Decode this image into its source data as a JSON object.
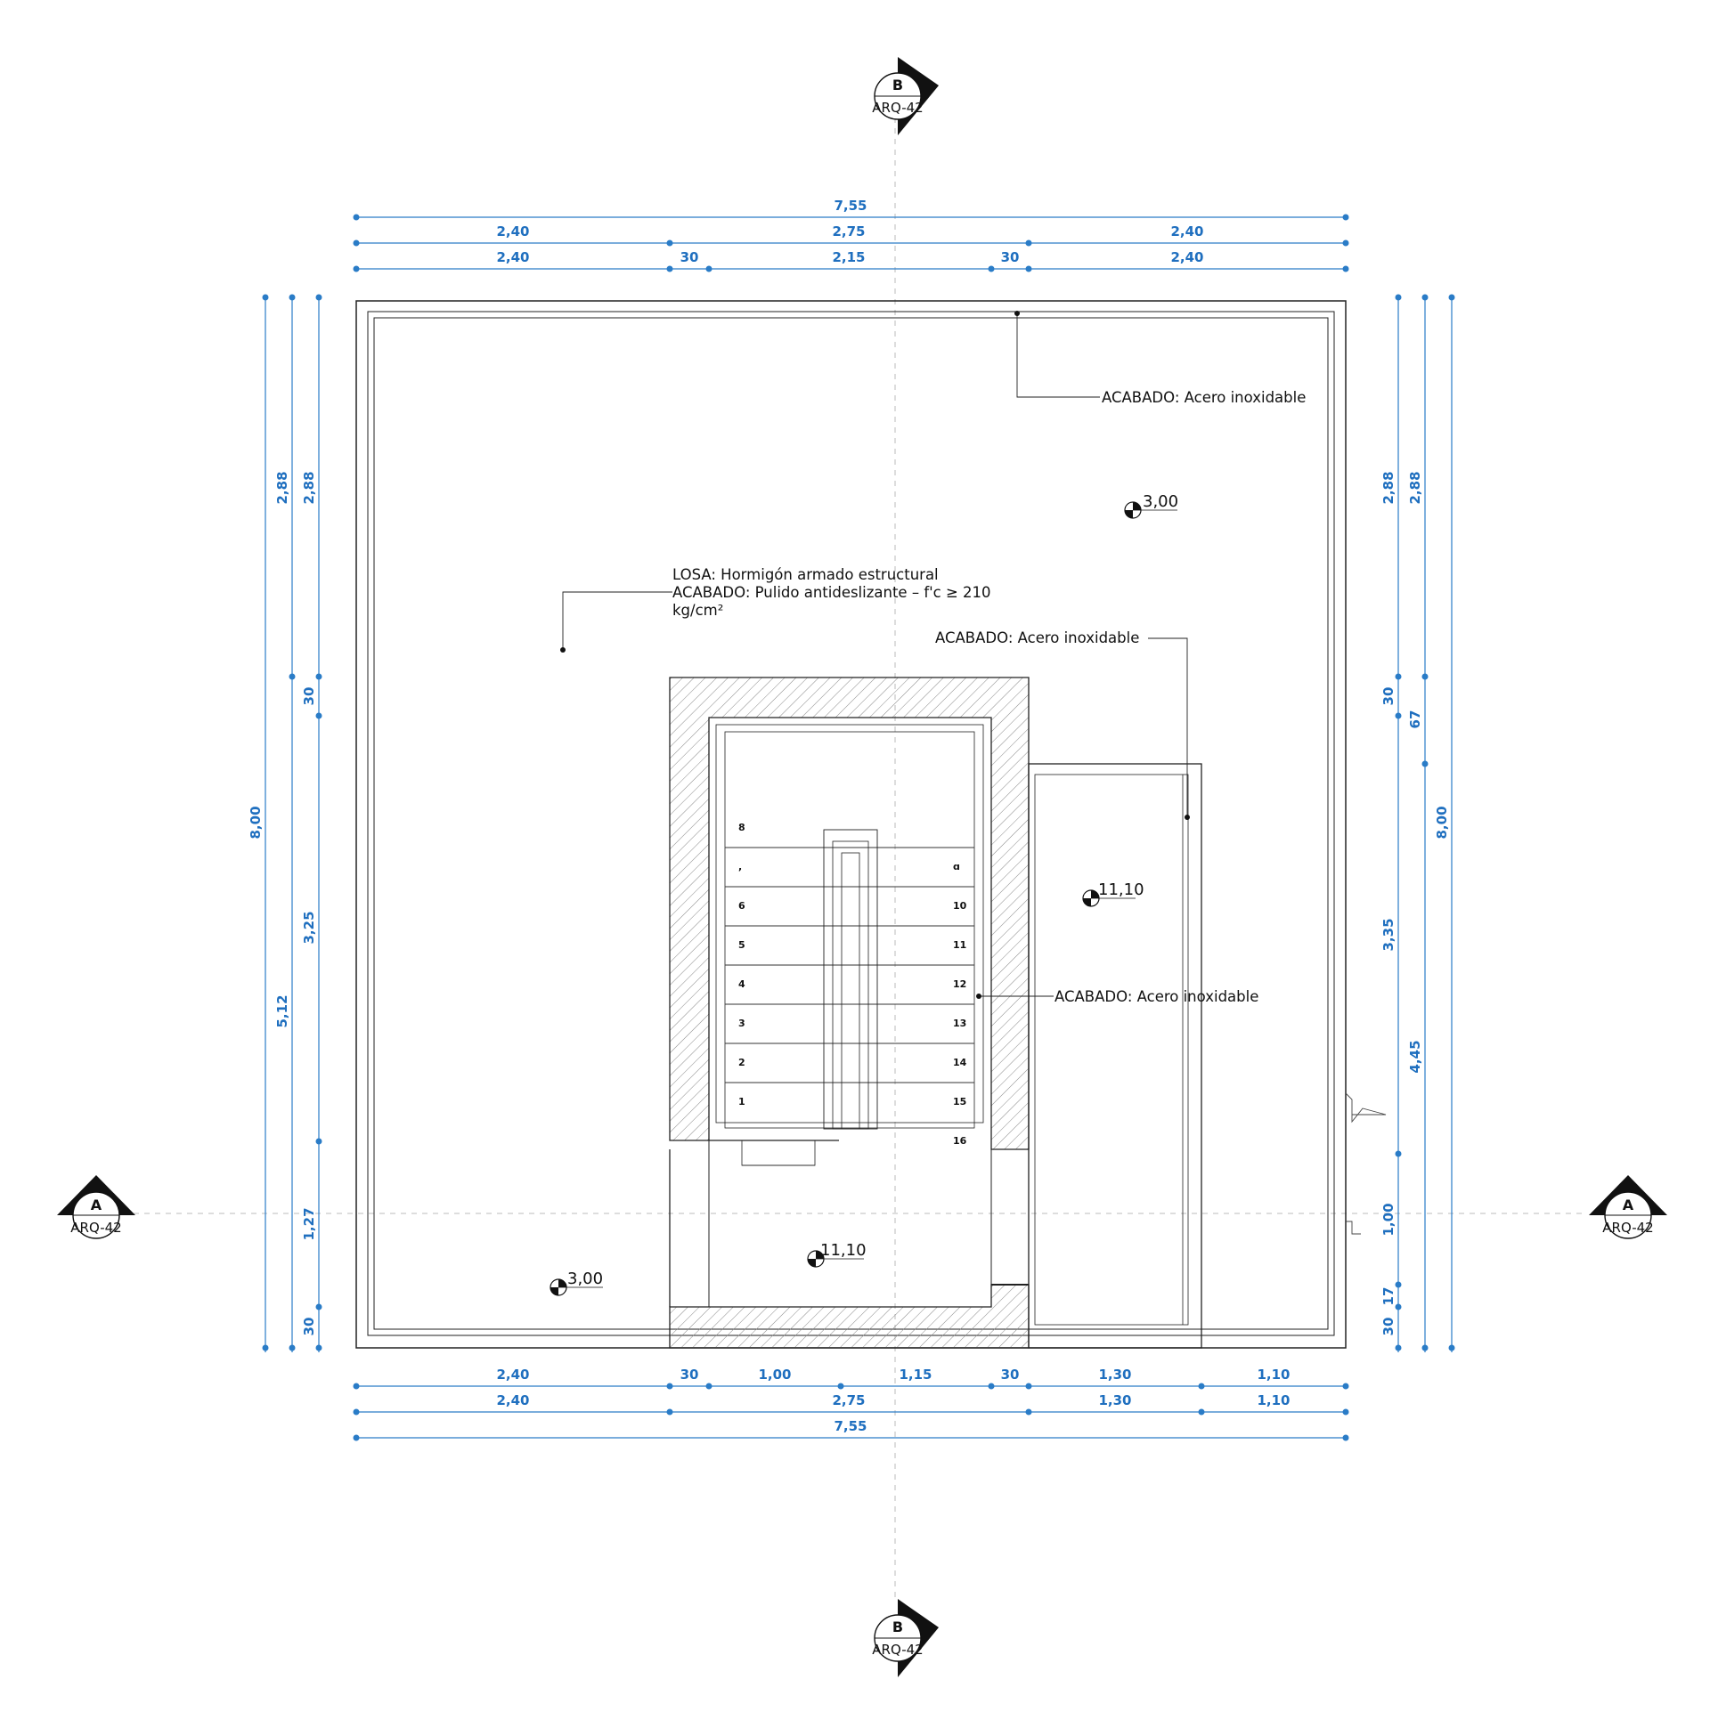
{
  "colors": {
    "dimension": "#1f6fbf",
    "line": "#222222",
    "hatch": "#777777"
  },
  "section_markers": [
    {
      "id": "B-top",
      "letter": "B",
      "sheet": "ARQ-42"
    },
    {
      "id": "B-bottom",
      "letter": "B",
      "sheet": "ARQ-42"
    },
    {
      "id": "A-left",
      "letter": "A",
      "sheet": "ARQ-42"
    },
    {
      "id": "A-right",
      "letter": "A",
      "sheet": "ARQ-42"
    }
  ],
  "dimensions": {
    "top_total": "7,55",
    "top_row2": [
      "2,40",
      "2,75",
      "2,40"
    ],
    "top_row3": [
      "2,40",
      "30",
      "2,15",
      "30",
      "2,40"
    ],
    "bottom_row1": [
      "2,40",
      "30",
      "1,00",
      "1,15",
      "30",
      "1,30",
      "1,10"
    ],
    "bottom_row2": [
      "2,40",
      "2,75",
      "1,30",
      "1,10"
    ],
    "bottom_total": "7,55",
    "left_total": "8,00",
    "left_mid": [
      "2,88",
      "5,12"
    ],
    "left_inner": [
      "2,88",
      "30",
      "3,25",
      "1,27",
      "30"
    ],
    "right_inner": [
      "2,88",
      "30",
      "3,35",
      "1,00",
      "17",
      "30"
    ],
    "right_mid": [
      "2,88",
      "67",
      "4,45"
    ],
    "right_total": "8,00"
  },
  "notes": {
    "acabado_1": "ACABADO: Acero inoxidable",
    "losa_1": "LOSA: Hormigón armado estructural",
    "losa_2": "ACABADO: Pulido antideslizante – f'c ≥ 210",
    "losa_3": "kg/cm²",
    "acabado_2": "ACABADO: Acero inoxidable",
    "acabado_3": "ACABADO: Acero inoxidable"
  },
  "levels": {
    "top_right": "3,00",
    "right_room": "11,10",
    "center": "11,10",
    "bottom_left": "3,00"
  },
  "stairs": {
    "left_steps": [
      "8",
      ",",
      "6",
      "5",
      "4",
      "3",
      "2",
      "1"
    ],
    "right_steps": [
      "ɑ",
      "10",
      "11",
      "12",
      "13",
      "14",
      "15",
      "16"
    ]
  }
}
